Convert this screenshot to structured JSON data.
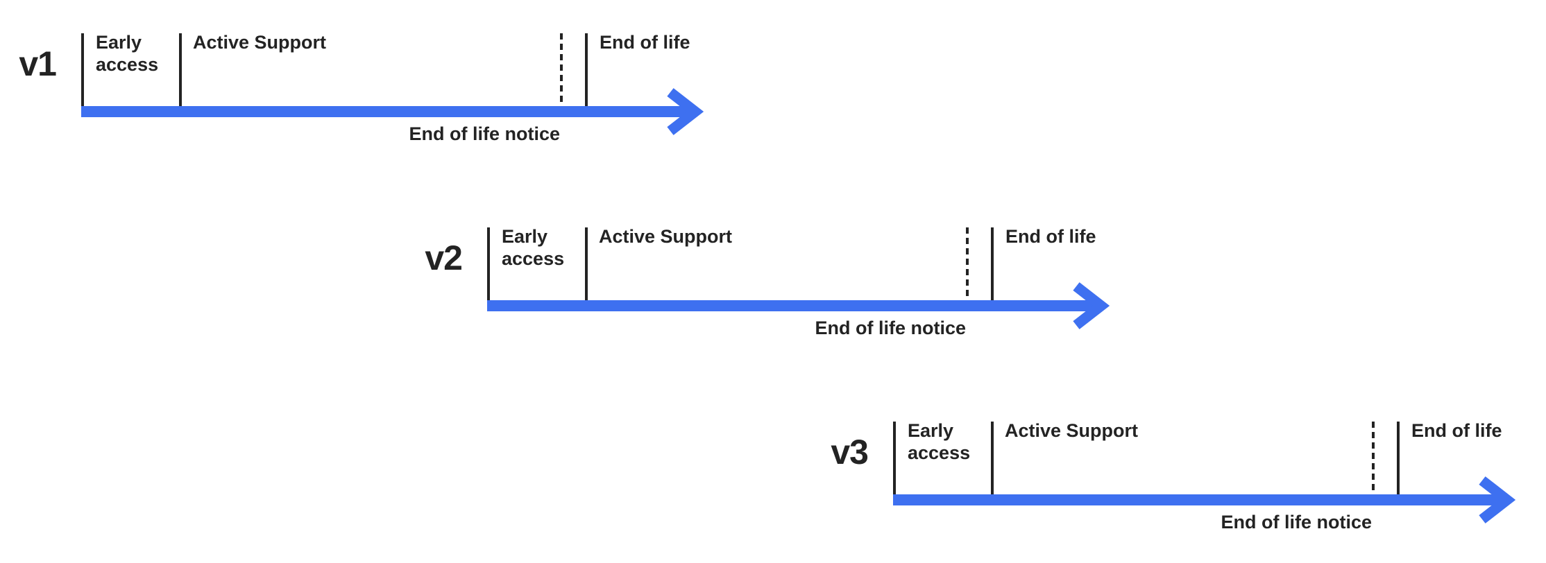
{
  "diagram": {
    "type": "version-lifecycle-timelines",
    "colors": {
      "accent_blue": "#3e70f0",
      "line_and_text": "#232323",
      "background": "#ffffff"
    },
    "icons": {
      "arrowhead": "right-chevron-arrowhead-icon"
    },
    "timelines": [
      {
        "version": "v1",
        "phases": {
          "early_access": "Early access",
          "active_support": "Active Support",
          "end_of_life": "End of life"
        },
        "below_label": "End of life notice"
      },
      {
        "version": "v2",
        "phases": {
          "early_access": "Early access",
          "active_support": "Active Support",
          "end_of_life": "End of life"
        },
        "below_label": "End of life notice"
      },
      {
        "version": "v3",
        "phases": {
          "early_access": "Early access",
          "active_support": "Active Support",
          "end_of_life": "End of life"
        },
        "below_label": "End of life notice"
      }
    ]
  }
}
